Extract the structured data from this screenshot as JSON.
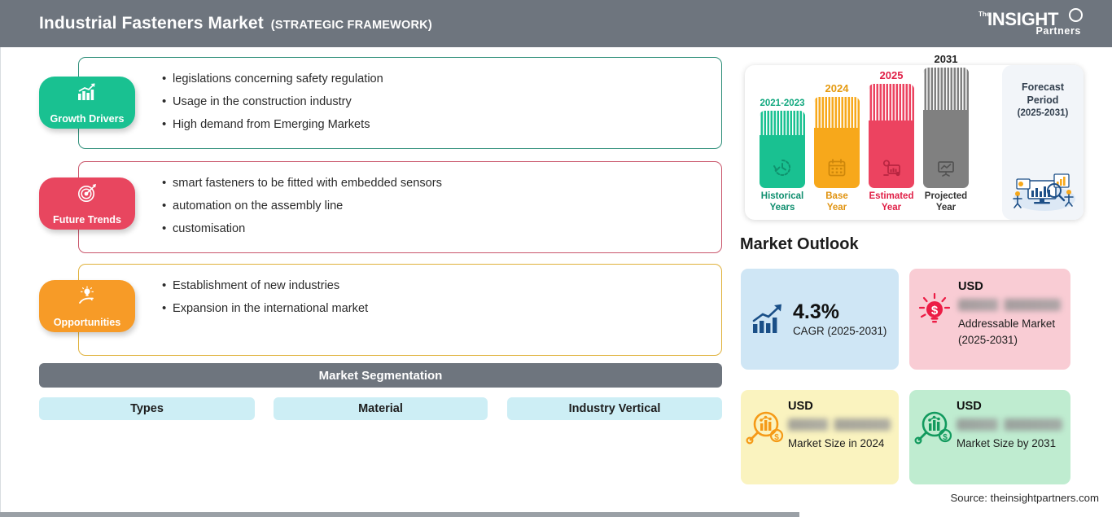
{
  "header": {
    "title": "Industrial Fasteners Market",
    "subtitle": "(STRATEGIC FRAMEWORK)",
    "bg_color": "#6e757e",
    "logo": {
      "the": "The",
      "name": "INSIGHT",
      "partners": "Partners"
    }
  },
  "blocks": [
    {
      "badge": "Growth Drivers",
      "icon": "bar-chart-arrow-icon",
      "color": "#19c191",
      "border_color": "#2f8f7a",
      "bullets": [
        "legislations concerning safety regulation",
        "Usage in the construction industry",
        "High demand from Emerging Markets"
      ]
    },
    {
      "badge": "Future Trends",
      "icon": "target-arrow-icon",
      "color": "#e8465f",
      "border_color": "#c9566b",
      "bullets": [
        "smart fasteners to be fitted with embedded sensors",
        "automation on the assembly line",
        "customisation"
      ]
    },
    {
      "badge": "Opportunities",
      "icon": "hand-lightbulb-icon",
      "color": "#f79b27",
      "border_color": "#e0b23c",
      "bullets": [
        "Establishment of new industries",
        "Expansion in the international market"
      ]
    }
  ],
  "segmentation": {
    "title": "Market Segmentation",
    "title_bg": "#6e757e",
    "pill_bg": "#cdeef5",
    "items": [
      "Types",
      "Material",
      "Industry Vertical"
    ]
  },
  "timeline": {
    "bars": [
      {
        "year": "2021-2023",
        "caption_line1": "Historical",
        "caption_line2": "Years",
        "color": "#19c191",
        "icon": "clock-history-icon",
        "height": 95
      },
      {
        "year": "2024",
        "caption_line1": "Base",
        "caption_line2": "Year",
        "color": "#f7a81b",
        "icon": "calendar-icon",
        "height": 112
      },
      {
        "year": "2025",
        "caption_line1": "Estimated",
        "caption_line2": "Year",
        "color": "#ec4360",
        "icon": "analytics-gear-icon",
        "height": 128
      },
      {
        "year": "2031",
        "caption_line1": "Projected",
        "caption_line2": "Year",
        "color": "#808080",
        "icon": "presentation-chart-icon",
        "height": 148
      }
    ],
    "forecast": {
      "line1": "Forecast",
      "line2": "Period",
      "years": "(2025-2031)",
      "illustration": "data-analysis-illustration"
    }
  },
  "outlook": {
    "title": "Market Outlook",
    "cards": [
      {
        "id": "cagr",
        "value": "4.3%",
        "caption": "CAGR (2025-2031)",
        "bg": "#cfe6f5",
        "icon": "bar-chart-growth-icon"
      },
      {
        "id": "addressable-market",
        "usd": "USD",
        "value_blurred": "lorem ipsum",
        "caption": "Addressable Market (2025-2031)",
        "bg": "#f9ccd4",
        "icon": "lightbulb-dollar-icon"
      },
      {
        "id": "market-size-2024",
        "usd": "USD",
        "value_blurred": "lorem ipsum",
        "caption": "Market Size in 2024",
        "bg": "#faf3bf",
        "icon": "magnifier-chart-dollar-icon"
      },
      {
        "id": "market-size-2031",
        "usd": "USD",
        "value_blurred": "lorem ipsum",
        "caption": "Market Size by 2031",
        "bg": "#bfecd0",
        "icon": "magnifier-chart-dollar-icon"
      }
    ]
  },
  "source": "Source: theinsightpartners.com",
  "chart_data": {
    "type": "bar",
    "title": "Market Timeline",
    "categories": [
      "2021-2023",
      "2024",
      "2025",
      "2031"
    ],
    "category_captions": [
      "Historical Years",
      "Base Year",
      "Estimated Year",
      "Projected Year"
    ],
    "values": [
      95,
      112,
      128,
      148
    ],
    "colors": [
      "#19c191",
      "#f7a81b",
      "#ec4360",
      "#808080"
    ],
    "xlabel": "",
    "ylabel": "",
    "annotations": [
      "Forecast Period (2025-2031)",
      "CAGR 4.3% (2025-2031)"
    ],
    "grid": false,
    "legend": "none"
  }
}
